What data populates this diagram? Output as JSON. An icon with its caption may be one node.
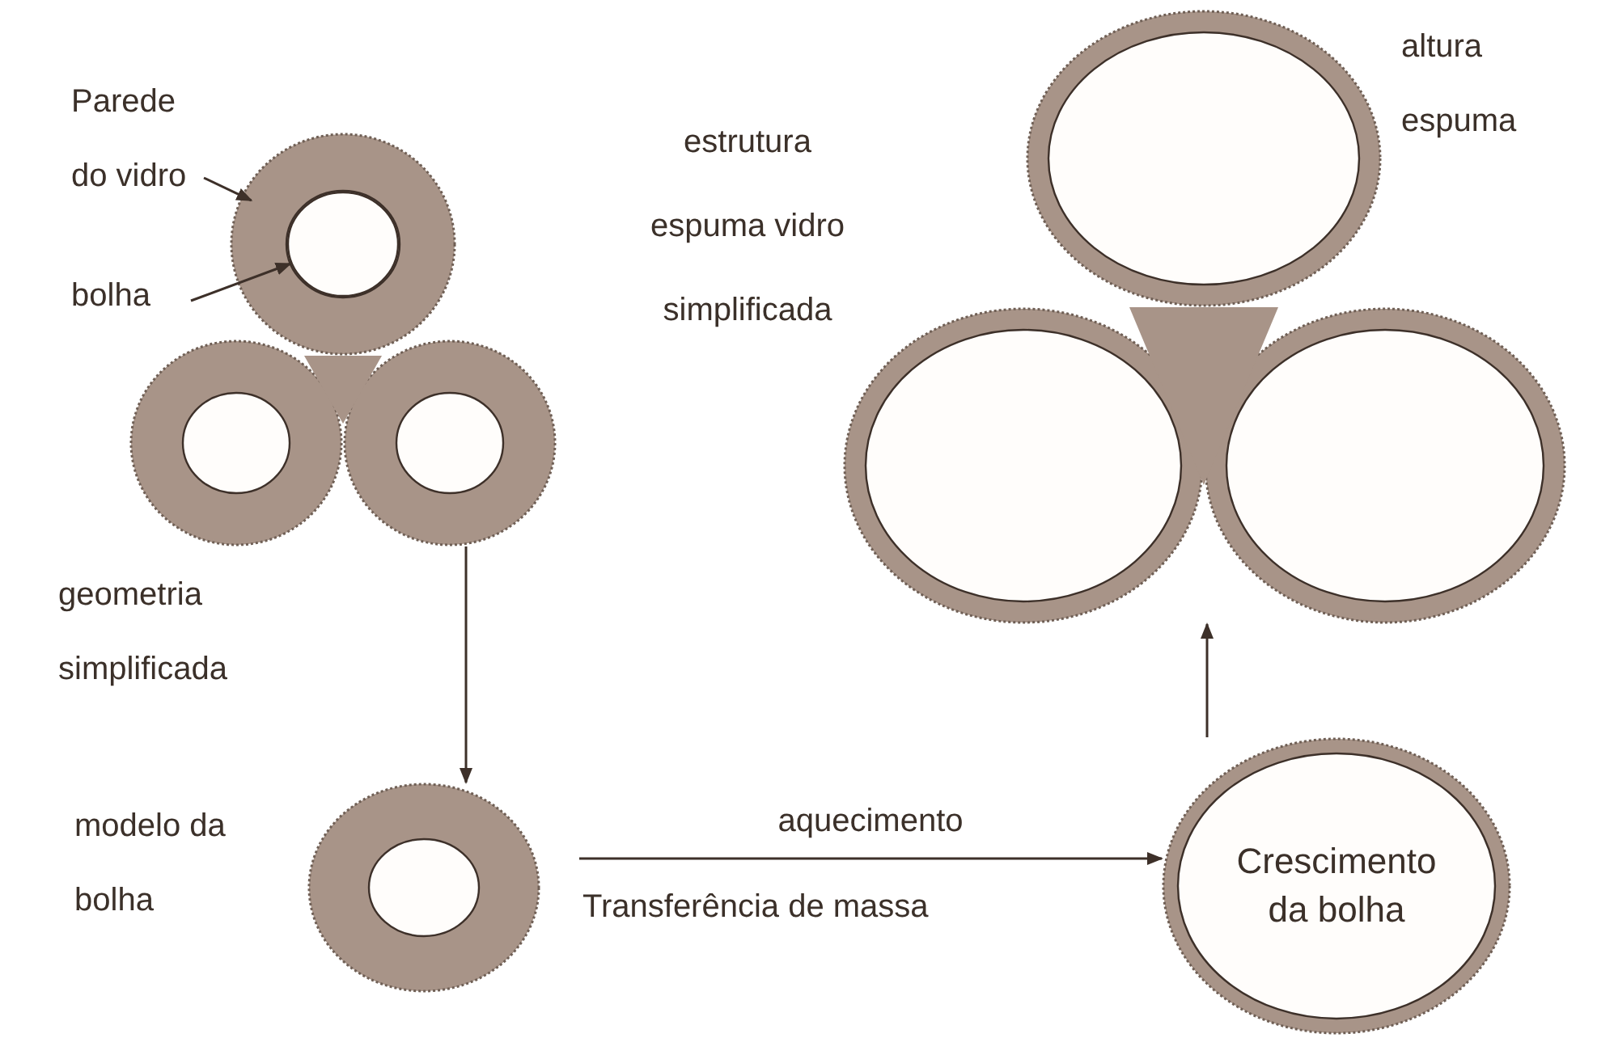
{
  "diagram": {
    "nodes": [
      {
        "text": [
          "Parede do vidro"
        ]
      },
      {
        "text": [
          "bolha"
        ]
      },
      {
        "text": [],
        "shape": "circle"
      },
      {
        "text": [],
        "shape": "circle",
        "in": 2
      },
      {
        "text": [],
        "shape": "circle"
      },
      {
        "text": [],
        "shape": "circle"
      },
      {
        "text": [],
        "shape": "circle",
        "beside": [
          "modelo da bolha"
        ]
      },
      {
        "text": [
          "Crescimento da bolha"
        ]
      },
      {
        "text": [],
        "shape": "circle",
        "beside": [
          "altura espuma"
        ]
      },
      {
        "text": [],
        "shape": "circle"
      },
      {
        "text": [],
        "shape": "circle"
      },
      {
        "text": [],
        "shape": "triangle"
      },
      {
        "text": [],
        "shape": "triangle"
      }
    ],
    "edges": [
      {
        "from": 0,
        "to": 2,
        "arrow": "to"
      },
      {
        "from": 1,
        "to": 3,
        "arrow": "to"
      },
      {
        "from": 5,
        "to": 6,
        "arrow": "to"
      },
      {
        "from": 6,
        "to": 7,
        "arrow": "to",
        "label": "aquecimento"
      },
      {
        "from": 7,
        "to": 10,
        "arrow": "to"
      }
    ],
    "labels": [
      "estrutura espuma vidro simplificada",
      "geometria simplificada",
      "Transferência de massa"
    ]
  }
}
